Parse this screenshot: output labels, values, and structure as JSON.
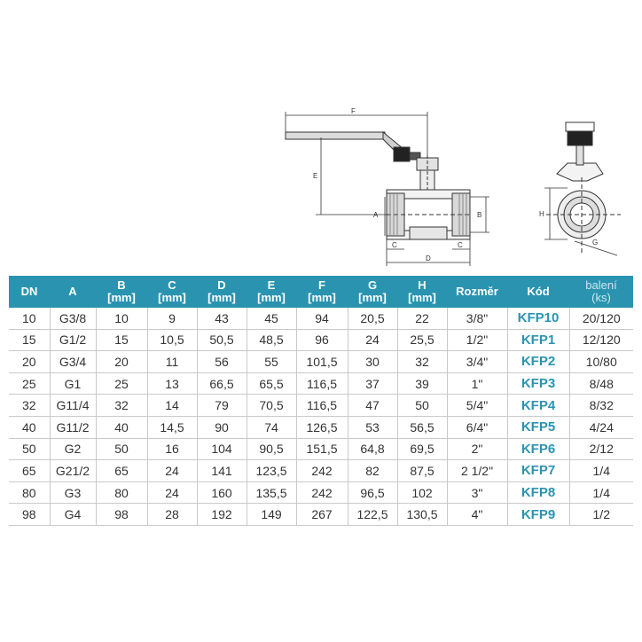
{
  "drawing": {
    "dimension_labels": {
      "A": "A",
      "B": "B",
      "C": "C",
      "D": "D",
      "E": "E",
      "F": "F",
      "G": "G",
      "H": "H"
    }
  },
  "table": {
    "headers": [
      {
        "line1": "DN",
        "line2": ""
      },
      {
        "line1": "A",
        "line2": ""
      },
      {
        "line1": "B",
        "line2": "[mm]"
      },
      {
        "line1": "C",
        "line2": "[mm]"
      },
      {
        "line1": "D",
        "line2": "[mm]"
      },
      {
        "line1": "E",
        "line2": "[mm]"
      },
      {
        "line1": "F",
        "line2": "[mm]"
      },
      {
        "line1": "G",
        "line2": "[mm]"
      },
      {
        "line1": "H",
        "line2": "[mm]"
      },
      {
        "line1": "Rozměr",
        "line2": ""
      },
      {
        "line1": "Kód",
        "line2": ""
      },
      {
        "line1": "balení",
        "line2": "(ks)"
      }
    ],
    "rows": [
      [
        "10",
        "G3/8",
        "10",
        "9",
        "43",
        "45",
        "94",
        "20,5",
        "22",
        "3/8\"",
        "KFP10",
        "20/120"
      ],
      [
        "15",
        "G1/2",
        "15",
        "10,5",
        "50,5",
        "48,5",
        "96",
        "24",
        "25,5",
        "1/2\"",
        "KFP1",
        "12/120"
      ],
      [
        "20",
        "G3/4",
        "20",
        "11",
        "56",
        "55",
        "101,5",
        "30",
        "32",
        "3/4\"",
        "KFP2",
        "10/80"
      ],
      [
        "25",
        "G1",
        "25",
        "13",
        "66,5",
        "65,5",
        "116,5",
        "37",
        "39",
        "1\"",
        "KFP3",
        "8/48"
      ],
      [
        "32",
        "G11/4",
        "32",
        "14",
        "79",
        "70,5",
        "116,5",
        "47",
        "50",
        "5/4\"",
        "KFP4",
        "8/32"
      ],
      [
        "40",
        "G11/2",
        "40",
        "14,5",
        "90",
        "74",
        "126,5",
        "53",
        "56,5",
        "6/4\"",
        "KFP5",
        "4/24"
      ],
      [
        "50",
        "G2",
        "50",
        "16",
        "104",
        "90,5",
        "151,5",
        "64,8",
        "69,5",
        "2\"",
        "KFP6",
        "2/12"
      ],
      [
        "65",
        "G21/2",
        "65",
        "24",
        "141",
        "123,5",
        "242",
        "82",
        "87,5",
        "2 1/2\"",
        "KFP7",
        "1/4"
      ],
      [
        "80",
        "G3",
        "80",
        "24",
        "160",
        "135,5",
        "242",
        "96,5",
        "102",
        "3\"",
        "KFP8",
        "1/4"
      ],
      [
        "98",
        "G4",
        "98",
        "28",
        "192",
        "149",
        "267",
        "122,5",
        "130,5",
        "4\"",
        "KFP9",
        "1/2"
      ]
    ]
  }
}
